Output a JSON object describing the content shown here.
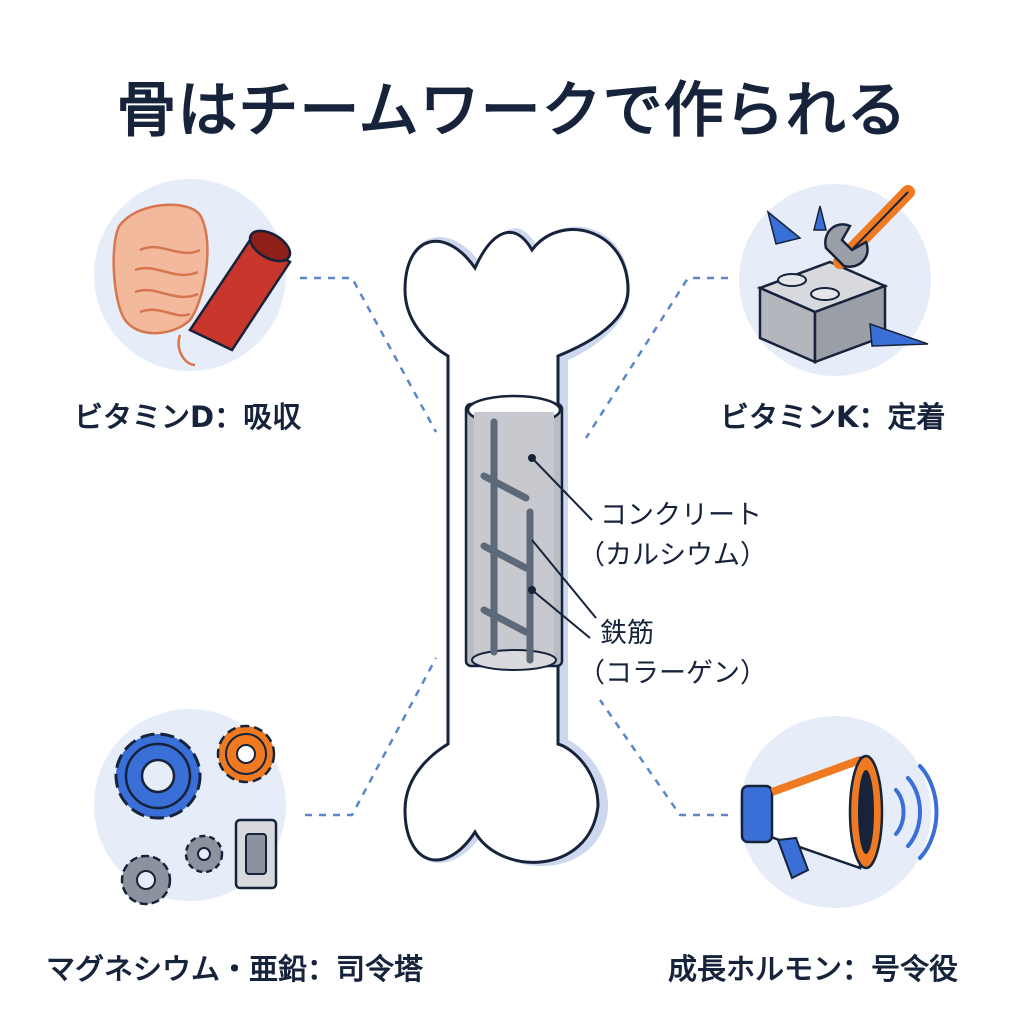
{
  "title": "骨はチームワークで作られる",
  "nutrients": {
    "vitamin_d": "ビタミンD：吸収",
    "vitamin_k": "ビタミンK：定着",
    "mg_zinc": "マグネシウム・亜鉛：司令塔",
    "growth_hormone": "成長ホルモン：号令役"
  },
  "bone_parts": {
    "concrete_line1": "コンクリート",
    "concrete_line2": "（カルシウム）",
    "rebar_line1": "鉄筋",
    "rebar_line2": "（コラーゲン）"
  },
  "colors": {
    "navy": "#16233b",
    "circle_bg": "#e6edf9",
    "bone_shadow": "#cdd7ee",
    "accent_blue": "#3b6fd8",
    "accent_orange": "#f07a22",
    "intestine": "#eca07e",
    "vessel": "#c8362c"
  }
}
